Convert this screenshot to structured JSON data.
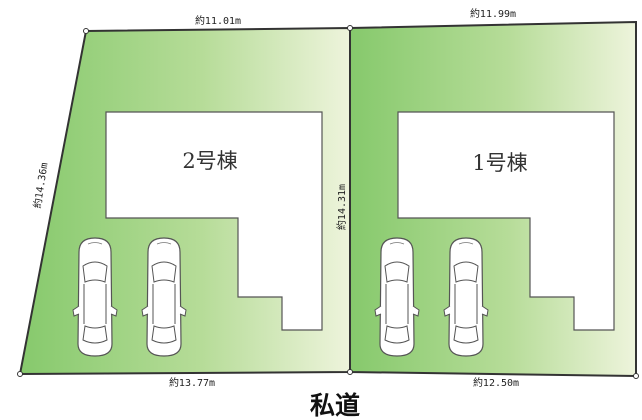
{
  "site_plan": {
    "lot_left": {
      "building": "2号棟",
      "top_frontage": "約11.01m",
      "left_depth": "約14.36m",
      "bottom_frontage": "約13.77m"
    },
    "lot_right": {
      "building": "1号棟",
      "top_frontage": "約11.99m",
      "shared_depth": "約14.31m",
      "bottom_frontage": "約12.50m"
    },
    "road_label": "私道",
    "parking_per_lot": 2,
    "colors": {
      "lot_green": "#86c96c",
      "lot_fade": "#eef4dc",
      "boundary": "#333333",
      "building": "#ffffff",
      "car_outline": "#555555"
    },
    "icons": [
      "car-icon"
    ]
  }
}
